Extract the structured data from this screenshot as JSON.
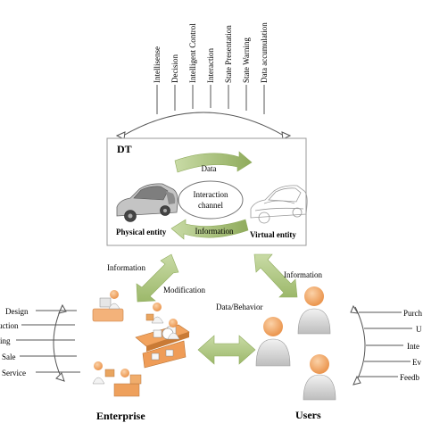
{
  "top_labels": [
    "Intellisense",
    "Decision",
    "Intelligent Control",
    "Interaction",
    "State Presentation",
    "State Warning",
    "Data accumulation"
  ],
  "dt": {
    "title": "DT",
    "data_label": "Data",
    "information_label": "Information",
    "channel_line1": "Interaction",
    "channel_line2": "channel",
    "physical_entity": "Physical entity",
    "virtual_entity": "Virtual entity"
  },
  "links": {
    "enterprise_information": "Information",
    "enterprise_modification": "Modification",
    "users_information": "Information",
    "users_data_behavior": "Data/Behavior"
  },
  "enterprise": {
    "title": "Enterprise",
    "side_labels": [
      "Design",
      "uction",
      "ing",
      "Sale",
      "Service"
    ]
  },
  "users": {
    "title": "Users",
    "side_labels": [
      "Purch",
      "U",
      "Inte",
      "Ev",
      "Feedb"
    ]
  },
  "colors": {
    "arrow_green": "#b7cc8e",
    "arrow_green_dark": "#8fab5c",
    "line_gray": "#555555",
    "box_border": "#9a9a9a",
    "person_orange": "#f0a86a",
    "person_gray": "#d2d2d2"
  }
}
